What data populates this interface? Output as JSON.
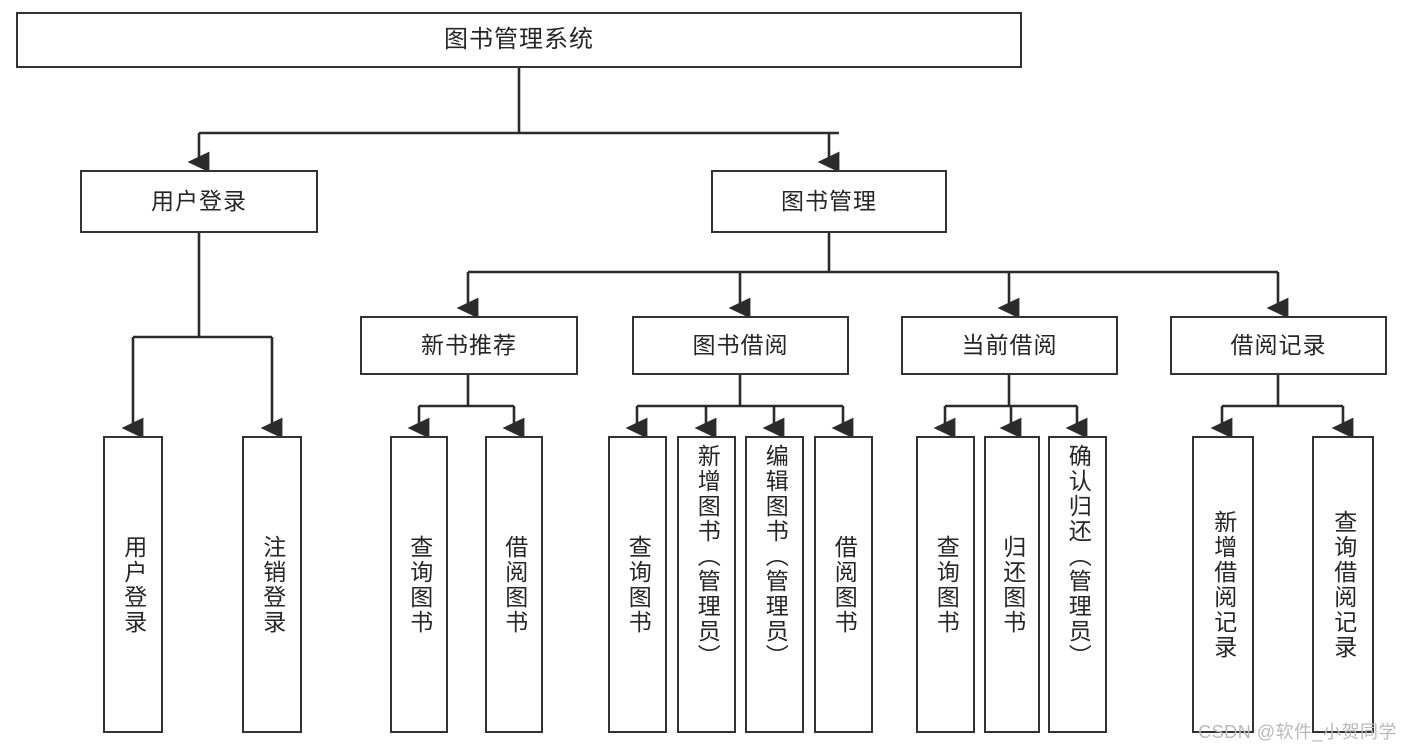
{
  "diagram": {
    "title": "图书管理系统",
    "type": "hierarchy-tree",
    "watermark": "CSDN @软件_小贺同学",
    "colors": {
      "border": "#333333",
      "fill": "#ffffff",
      "text": "#262626",
      "watermark": "#b9b9b9"
    },
    "levels": {
      "root": {
        "label": "图书管理系统"
      },
      "level2": [
        {
          "label": "用户登录"
        },
        {
          "label": "图书管理"
        }
      ],
      "level3": [
        {
          "label": "新书推荐"
        },
        {
          "label": "图书借阅"
        },
        {
          "label": "当前借阅"
        },
        {
          "label": "借阅记录"
        }
      ],
      "leaves": {
        "user_login": [
          {
            "label": "用户登录"
          },
          {
            "label": "注销登录"
          }
        ],
        "new_book_recommend": [
          {
            "label": "查询图书"
          },
          {
            "label": "借阅图书"
          }
        ],
        "book_borrow": [
          {
            "label": "查询图书"
          },
          {
            "label": "新增图书（管理员）"
          },
          {
            "label": "编辑图书（管理员）"
          },
          {
            "label": "借阅图书"
          }
        ],
        "current_borrow": [
          {
            "label": "查询图书"
          },
          {
            "label": "归还图书"
          },
          {
            "label": "确认归还（管理员）"
          }
        ],
        "borrow_record": [
          {
            "label": "新增借阅记录"
          },
          {
            "label": "查询借阅记录"
          }
        ]
      }
    }
  }
}
